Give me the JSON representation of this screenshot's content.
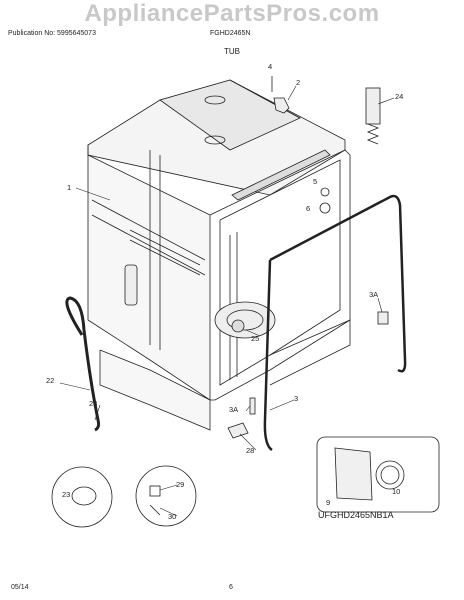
{
  "watermark": "AppliancePartsPros.com",
  "header": {
    "publication": "Publication No: 5995645073",
    "model": "FGHD2465N",
    "section_title": "TUB"
  },
  "callouts": {
    "c1": "1",
    "c2": "2",
    "c3": "3",
    "c3a_right": "3A",
    "c3a_lower": "3A",
    "c4": "4",
    "c5": "5",
    "c6": "6",
    "c9": "9",
    "c10": "10",
    "c22": "22",
    "c23_main": "23",
    "c23_inset": "23",
    "c24": "24",
    "c25": "25",
    "c28": "28",
    "c29": "29",
    "c30": "30"
  },
  "figure_id": "UFGHD2465NB1A",
  "footer": {
    "date": "05/14",
    "page_number": "6"
  },
  "colors": {
    "line": "#222222",
    "watermark": "#c8c8c8"
  }
}
